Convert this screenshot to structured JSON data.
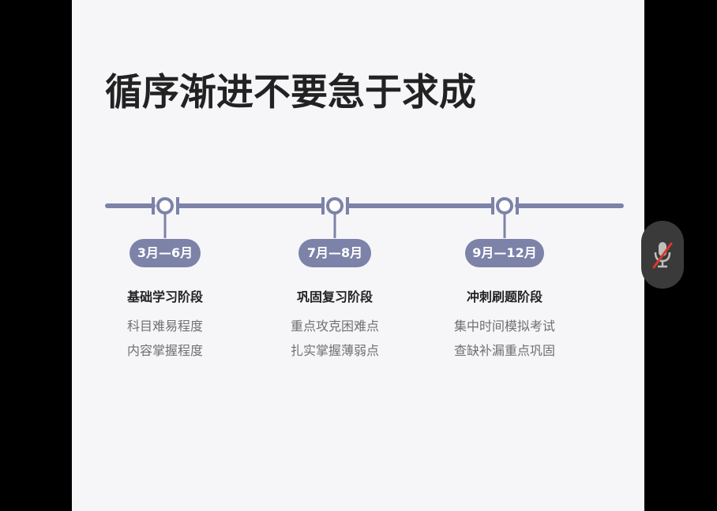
{
  "slide": {
    "title": "循序渐进不要急于求成",
    "stages": [
      {
        "period": "3月—6月",
        "title": "基础学习阶段",
        "lines": [
          "科目难易程度",
          "内容掌握程度"
        ]
      },
      {
        "period": "7月—8月",
        "title": "巩固复习阶段",
        "lines": [
          "重点攻克困难点",
          "扎实掌握薄弱点"
        ]
      },
      {
        "period": "9月—12月",
        "title": "冲刺刷题阶段",
        "lines": [
          "集中时间模拟考试",
          "查缺补漏重点巩固"
        ]
      }
    ]
  },
  "colors": {
    "timeline": "#7d82a8",
    "title": "#222222",
    "description": "#707070",
    "background": "#f6f6f9",
    "mic_slash": "#d9382b"
  },
  "controls": {
    "mic_icon": "microphone-muted-icon"
  }
}
